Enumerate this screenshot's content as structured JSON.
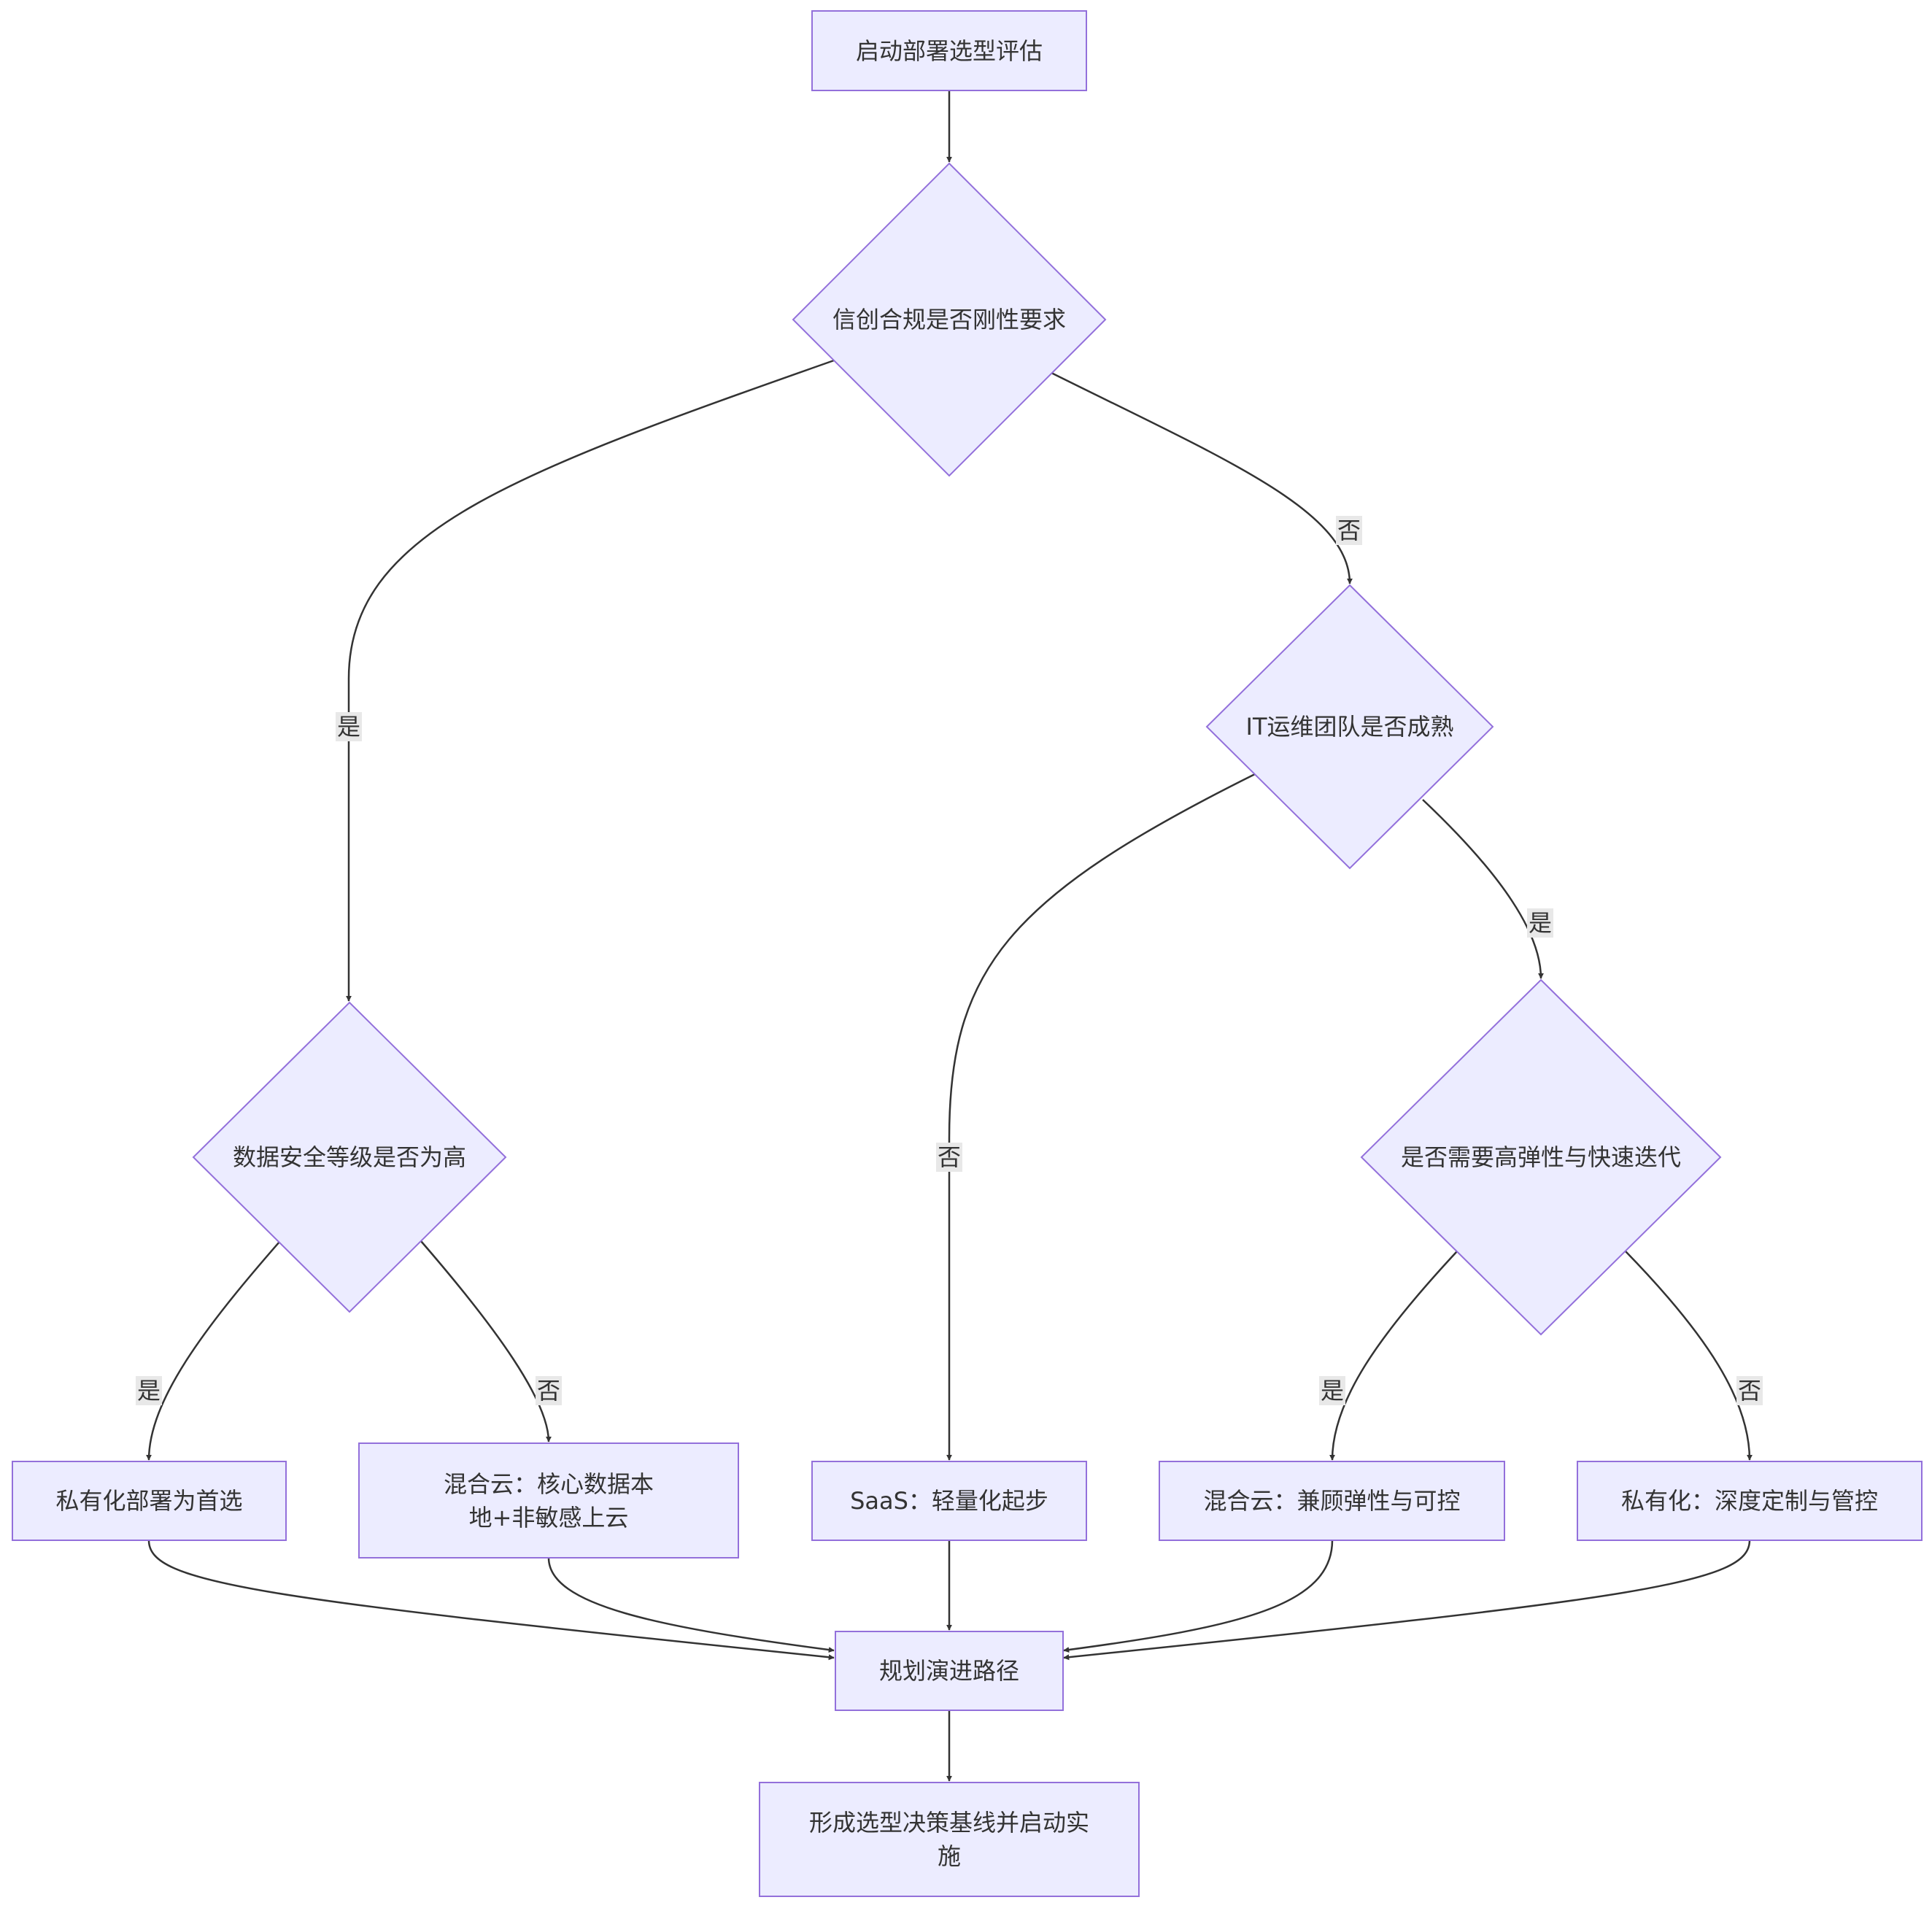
{
  "colors": {
    "node_fill": "#ECECFF",
    "node_stroke": "#9370DB",
    "edge": "#333333",
    "label_bg": "#E8E8E8",
    "text": "#333333"
  },
  "nodes": {
    "start": "启动部署选型评估",
    "q_compliance": "信创合规是否刚性要求",
    "q_security": "数据安全等级是否为高",
    "q_it_team": "IT运维团队是否成熟",
    "q_elasticity": "是否需要高弹性与快速迭代",
    "private_first": "私有化部署为首选",
    "hybrid_core": "混合云：核心数据本地+非敏感上云",
    "saas": "SaaS：轻量化起步",
    "hybrid_balance": "混合云：兼顾弹性与可控",
    "private_custom": "私有化：深度定制与管控",
    "plan": "规划演进路径",
    "baseline": "形成选型决策基线并启动实施"
  },
  "edge_labels": {
    "compliance_yes": "是",
    "compliance_no": "否",
    "it_no": "否",
    "it_yes": "是",
    "security_yes": "是",
    "security_no": "否",
    "elasticity_yes": "是",
    "elasticity_no": "否"
  }
}
